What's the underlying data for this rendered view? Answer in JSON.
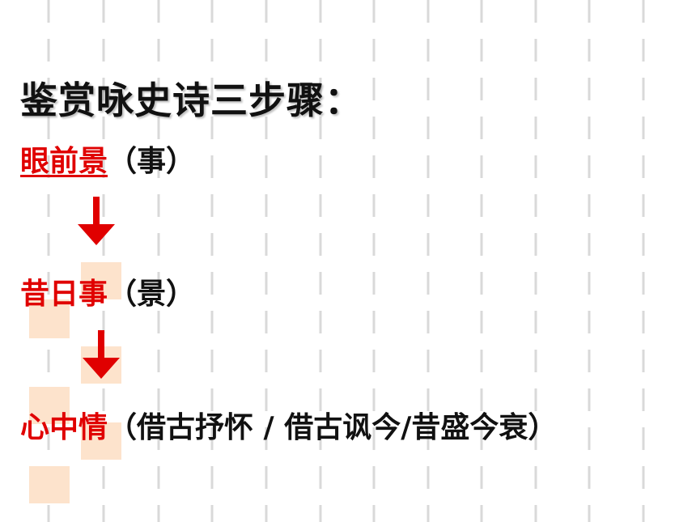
{
  "title": "鉴赏咏史诗三步骤：",
  "steps": [
    {
      "key": "眼前景",
      "note": "（事）"
    },
    {
      "key": "昔日事",
      "note": "（景）"
    },
    {
      "key": "心中情",
      "note": "（借古抒怀 / 借古讽今/昔盛今衰）"
    }
  ],
  "colors": {
    "accent": "#e00000",
    "text": "#111111",
    "highlight": "#fde3cc",
    "grid": "#d9d9d9"
  }
}
